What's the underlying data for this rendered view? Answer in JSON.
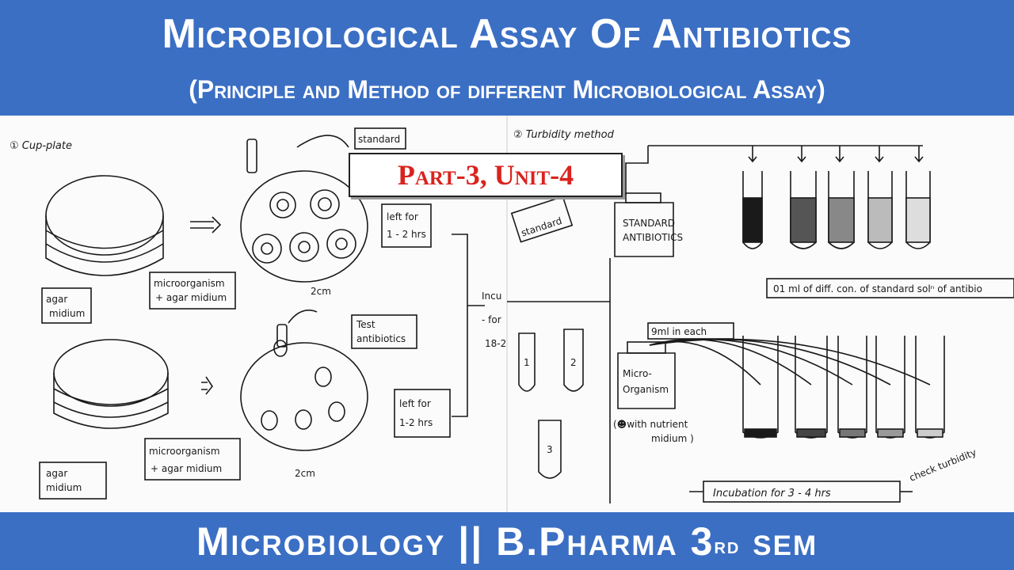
{
  "header": {
    "title": "Microbiological Assay Of Antibiotics",
    "subtitle": "(Principle and Method of different Microbiological Assay)"
  },
  "badge": {
    "label": "Part-3, Unit-4"
  },
  "footer": {
    "prefix": "Microbiology || B.Pharma 3",
    "sup": "rd",
    "suffix": " sem"
  },
  "notes": {
    "cup_plate": "① Cup-plate",
    "turbidity": "② Turbidity method",
    "standard_top": "standard",
    "standard_left": "standard",
    "standard_antibiotics_1": "STANDARD",
    "standard_antibiotics_2": "ANTIBIOTICS",
    "test_antibiotics_1": "Test",
    "test_antibiotics_2": "antibiotics",
    "left_1": "left for",
    "left_1b": "1 - 2 hrs",
    "left_2": "left for",
    "left_2b": "1-2 hrs",
    "incu_1": "Incu",
    "incu_2": "- for",
    "incu_3": "18-2",
    "agar_1a": "agar",
    "agar_1b": "midium",
    "agar_2a": "agar",
    "agar_2b": "midium",
    "micro_1a": "microorganism",
    "micro_1b": "+ agar midium",
    "micro_2a": "microorganism",
    "micro_2b": "+ agar midium",
    "dist_1": "2cm",
    "dist_2": "2cm",
    "dilutions": "01 ml of diff. con. of standard solⁿ of antibio",
    "nine_ml": "9ml in each",
    "micro_org_1": "Micro-",
    "micro_org_2": "Organism",
    "nutrient_1": "(☻with nutrient",
    "nutrient_2": "midium )",
    "incubation": "Incubation  for  3 - 4 hrs",
    "check_turbidity": "check turbidity",
    "tube_1": "1",
    "tube_2": "2",
    "tube_3": "3"
  }
}
